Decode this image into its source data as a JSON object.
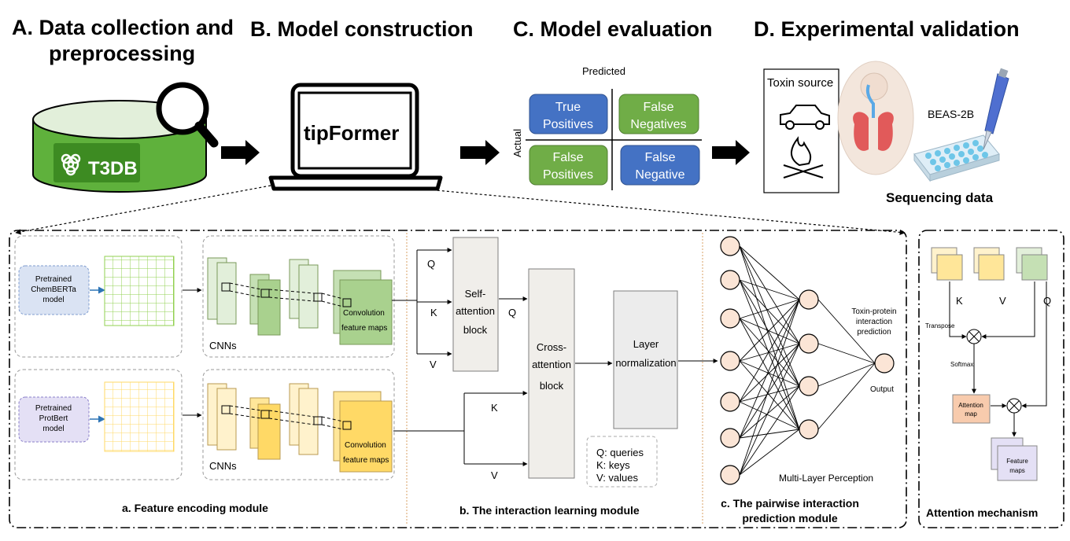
{
  "sections": {
    "a_line1": "A. Data collection and",
    "a_line2": "preprocessing",
    "b": "B. Model construction",
    "c": "C. Model evaluation",
    "d": "D. Experimental validation"
  },
  "data_collection": {
    "database_label": "T3DB"
  },
  "model": {
    "name": "tipFormer"
  },
  "confusion_matrix": {
    "predicted_label": "Predicted",
    "actual_label": "Actual",
    "tp": [
      "True",
      "Positives"
    ],
    "fn": [
      "False",
      "Negatives"
    ],
    "fp": [
      "False",
      "Positives"
    ],
    "tn": [
      "False",
      "Negative"
    ]
  },
  "validation": {
    "toxin_source": "Toxin source",
    "cell_line": "BEAS-2B",
    "sequencing": "Sequencing data"
  },
  "feature_module": {
    "chem_model": [
      "Pretrained",
      "ChemBERTa",
      "model"
    ],
    "prot_model": [
      "Pretrained",
      "ProtBert",
      "model"
    ],
    "cnns_label": "CNNs",
    "conv_maps": [
      "Convolution",
      "feature maps"
    ],
    "caption": "a. Feature encoding module"
  },
  "interaction_module": {
    "q": "Q",
    "k": "K",
    "v": "V",
    "self_attention": [
      "Self-",
      "attention",
      "block"
    ],
    "cross_attention": [
      "Cross-",
      "attention",
      "block"
    ],
    "layer_norm": [
      "Layer",
      "normalization"
    ],
    "legend": [
      "Q: queries",
      "K: keys",
      "V: values"
    ],
    "caption": "b. The interaction learning module"
  },
  "prediction_module": {
    "title": [
      "Toxin-protein",
      "interaction",
      "prediction"
    ],
    "output": "Output",
    "mlp": "Multi-Layer Perception",
    "caption": [
      "c. The pairwise interaction",
      "prediction module"
    ]
  },
  "attention_mechanism": {
    "k": "K",
    "v": "V",
    "q": "Q",
    "transpose": "Transpose",
    "softmax": "Softmax",
    "attention_map": [
      "Attention",
      "map"
    ],
    "feature_maps": [
      "Feature",
      "maps"
    ],
    "caption": "Attention mechanism"
  },
  "colors": {
    "cm_blue": "#4472c4",
    "cm_green": "#70ad47",
    "db_green": "#5fb13c",
    "green_light": "#e2efda",
    "green_mid": "#a9d18e",
    "yellow_light": "#fff2cc",
    "yellow_mid": "#ffd966",
    "chem_box": "#dae3f3",
    "prot_box": "#e4e0f5",
    "neuron": "#fbe5d6",
    "attn_map": "#f8cbad"
  }
}
